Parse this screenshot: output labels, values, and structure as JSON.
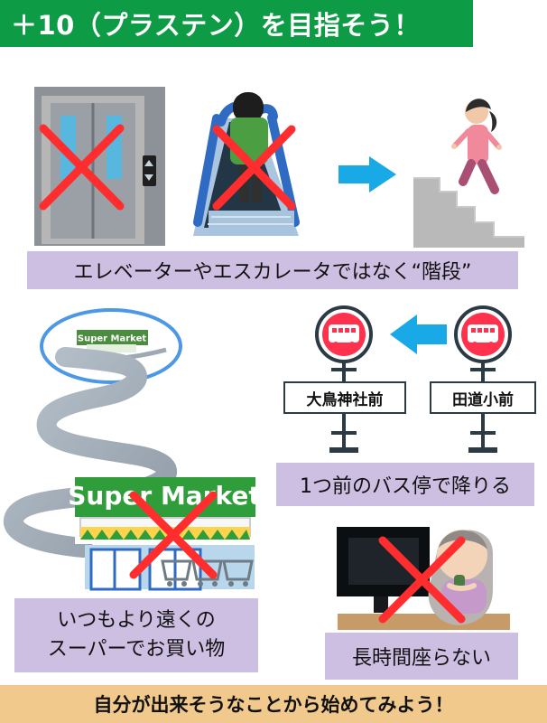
{
  "header": {
    "title": "＋10（プラステン）を目指そう！"
  },
  "stairs_section": {
    "caption": "エレベーターやエスカレータではなく“階段”"
  },
  "bus_section": {
    "stop_left": "大鳥神社前",
    "stop_right": "田道小前",
    "caption": "1つ前のバス停で降りる"
  },
  "supermarket_section": {
    "small_sign": "Super Market",
    "large_sign": "Super Market",
    "caption_lines": [
      "いつもより遠くの",
      "スーパーでお買い物"
    ]
  },
  "sitting_section": {
    "caption": "長時間座らない"
  },
  "footer": {
    "message": "自分が出来そうなことから始めてみよう！"
  },
  "theme": {
    "title_green": "#0d9c45",
    "caption_purple": "#cdbfe2",
    "footer_tan": "#f2c98c",
    "cross_red": "#ff2d2d",
    "arrow_blue": "#18a9e6"
  },
  "icons": [
    "elevator-icon",
    "escalator-icon",
    "stairs-icon",
    "arrow-right-icon",
    "arrow-left-icon",
    "bus-stop-icon",
    "supermarket-icon",
    "computer-icon",
    "cross-mark-icon"
  ]
}
